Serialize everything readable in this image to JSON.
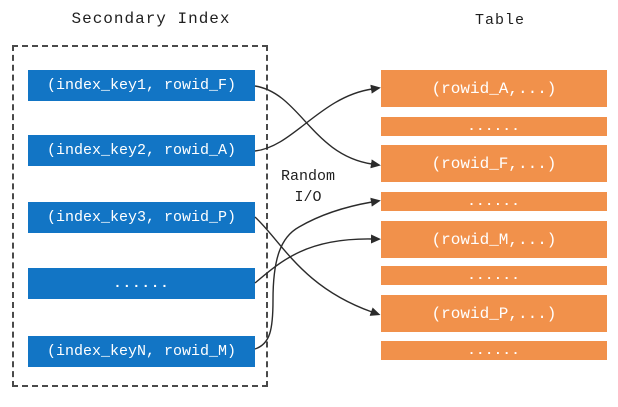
{
  "secondary_index": {
    "title": "Secondary Index",
    "rows": [
      "(index_key1, rowid_F)",
      "(index_key2, rowid_A)",
      "(index_key3, rowid_P)",
      "......",
      "(index_keyN, rowid_M)"
    ]
  },
  "table": {
    "title": "Table",
    "rows": [
      "(rowid_A,...)",
      "......",
      "(rowid_F,...)",
      "......",
      "(rowid_M,...)",
      "......",
      "(rowid_P,...)",
      "......"
    ]
  },
  "random_io_label": "Random\nI/O",
  "connections": [
    {
      "from": "(index_key1, rowid_F)",
      "to": "(rowid_F,...)"
    },
    {
      "from": "(index_key2, rowid_A)",
      "to": "(rowid_A,...)"
    },
    {
      "from": "(index_key3, rowid_P)",
      "to": "(rowid_P,...)"
    },
    {
      "from": "......",
      "to": "(rowid_M,...)"
    },
    {
      "from": "(index_keyN, rowid_M)",
      "to": "......"
    }
  ],
  "colors": {
    "index_box": "#1275c5",
    "table_box": "#f1914b",
    "arrow": "#2b2b2b",
    "dashed_border": "#4a4a4a",
    "box_text": "#ffffff",
    "title_text": "#1f1f1f"
  }
}
